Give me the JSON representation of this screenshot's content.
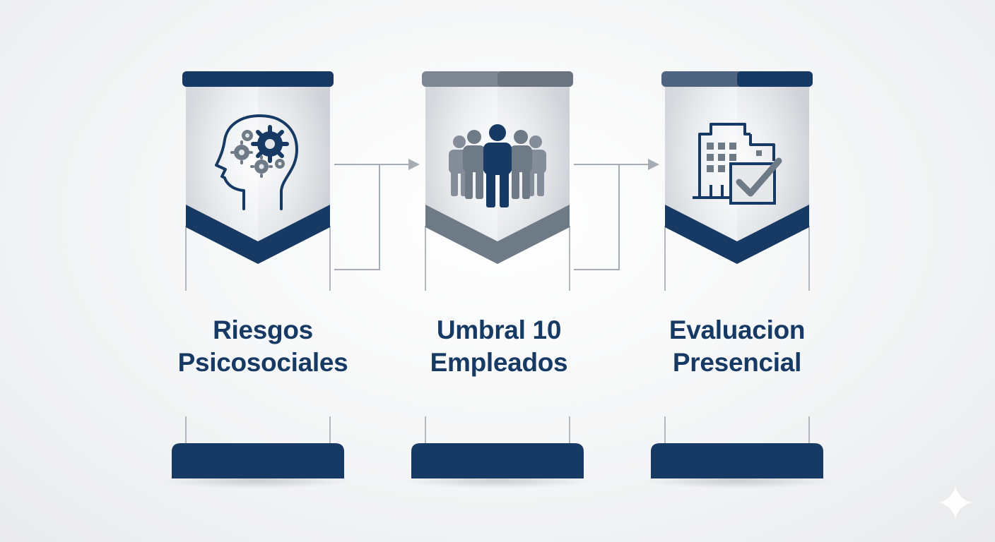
{
  "colors": {
    "navy": "#163a63",
    "slate": "#6f7a87",
    "banner_fill": "#e3e5e9",
    "connector": "#a7adb5"
  },
  "steps": [
    {
      "icon": "head-gears-icon",
      "label_line1": "Riesgos",
      "label_line2": "Psicosociales",
      "accent": "#163a63"
    },
    {
      "icon": "people-group-icon",
      "label_line1": "Umbral 10",
      "label_line2": "Empleados",
      "accent": "#6f7a87"
    },
    {
      "icon": "building-checkmark-icon",
      "label_line1": "Evaluacion",
      "label_line2": "Presencial",
      "accent": "#163a63"
    }
  ]
}
